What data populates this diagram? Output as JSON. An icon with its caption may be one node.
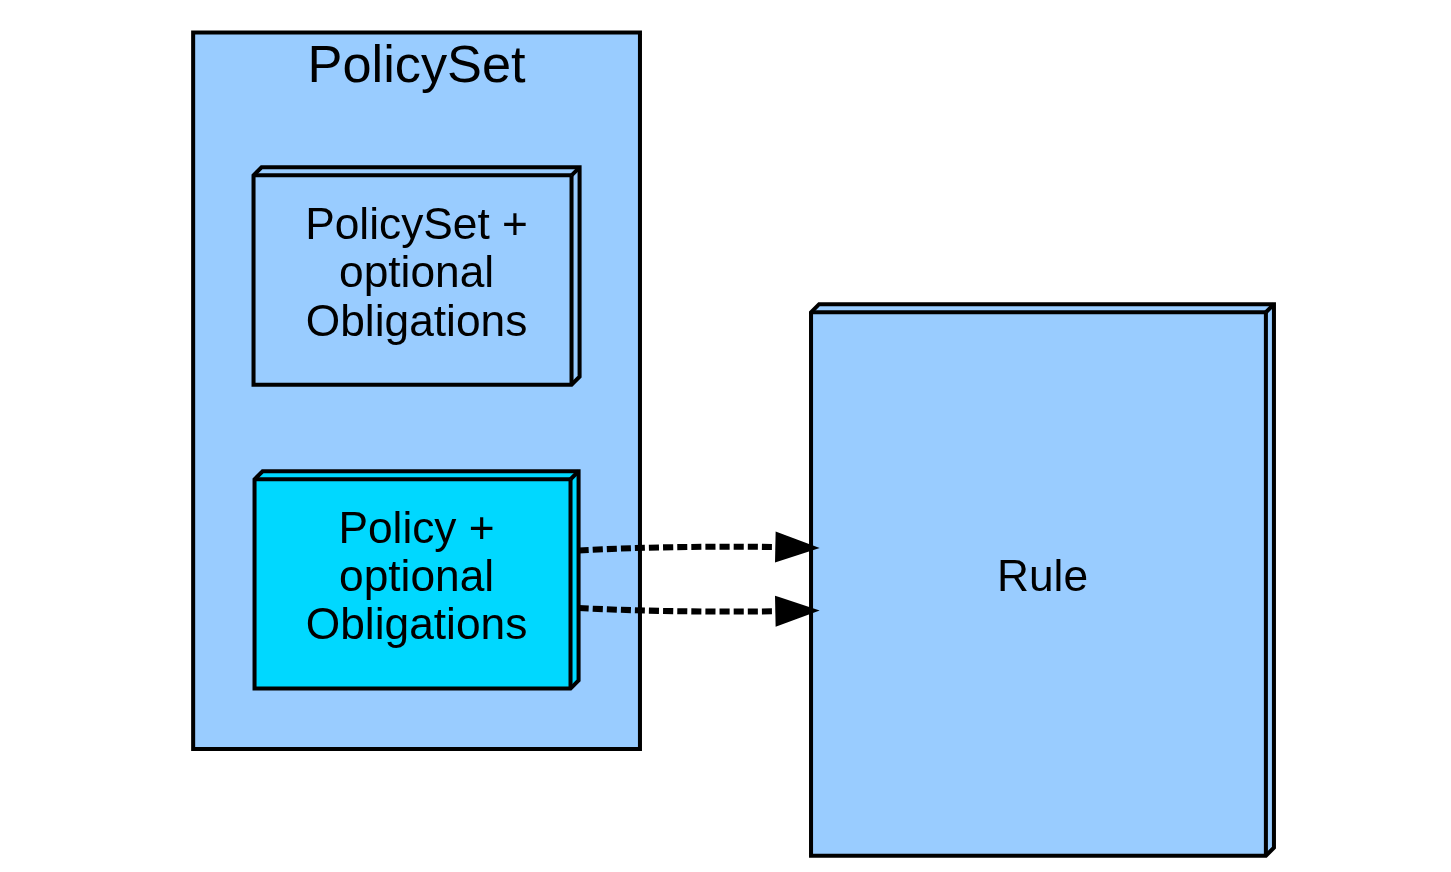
{
  "diagram": {
    "nodes": [
      {
        "text": [
          "PolicySet"
        ]
      },
      {
        "text": [
          "PolicySet + optional Obligations"
        ],
        "in": 0
      },
      {
        "text": [
          "Policy + optional Obligations"
        ],
        "in": 0
      },
      {
        "text": [
          "Rule"
        ]
      }
    ],
    "edges": [
      {
        "from": 2,
        "to": 3,
        "arrow": "to",
        "style": "dashed"
      },
      {
        "from": 2,
        "to": 3,
        "arrow": "to",
        "style": "dashed"
      }
    ]
  }
}
